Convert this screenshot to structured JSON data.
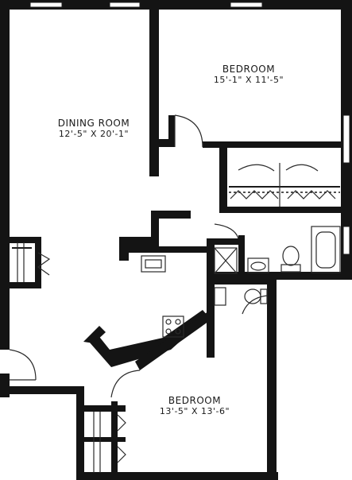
{
  "rooms": {
    "bedroom_upper": {
      "name": "BEDROOM",
      "dims": "15'-1\" X 11'-5\""
    },
    "dining_room": {
      "name": "DINING ROOM",
      "dims": "12'-5\" X 20'-1\""
    },
    "bedroom_lower": {
      "name": "BEDROOM",
      "dims": "13'-5\" X 13'-6\""
    }
  }
}
